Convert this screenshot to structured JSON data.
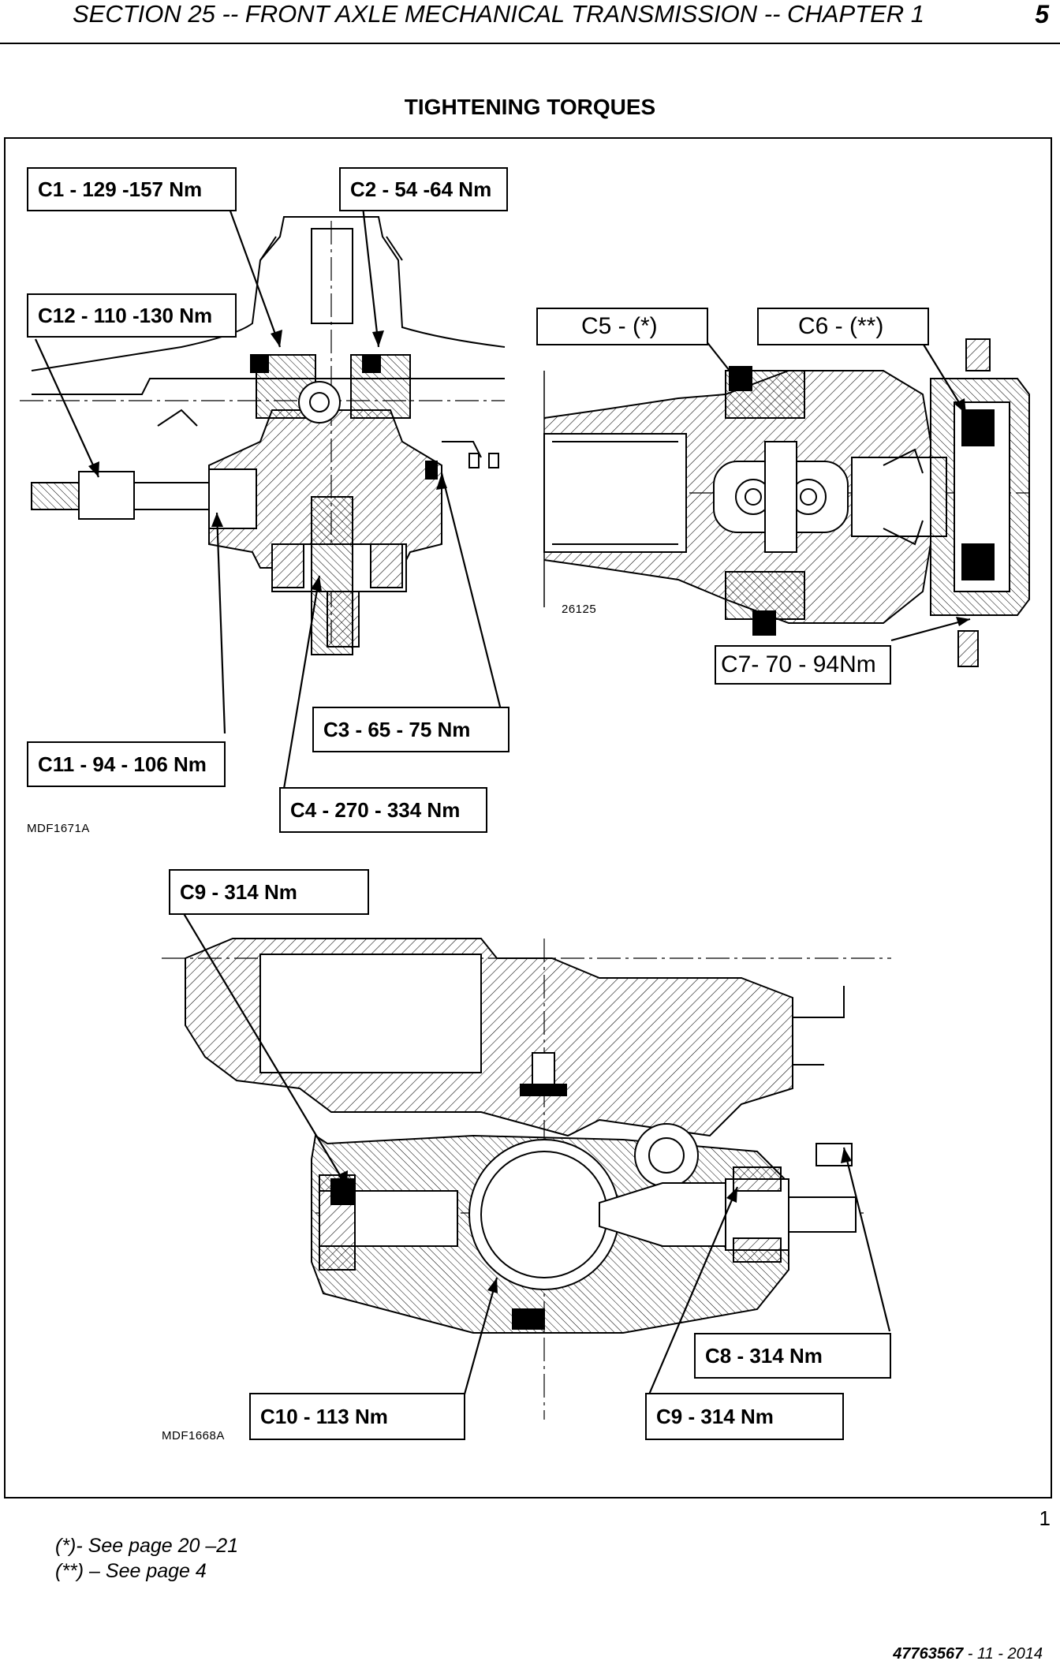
{
  "header": {
    "title": "SECTION 25 -- FRONT AXLE MECHANICAL TRANSMISSION -- CHAPTER 1",
    "page": "5"
  },
  "title": "TIGHTENING TORQUES",
  "callouts": {
    "c1": "C1 -  129 -157 Nm",
    "c2": "C2 -  54 -64 Nm",
    "c12": "C12 -  110 -130 Nm",
    "c5": "C5 - (*)",
    "c6": "C6 - (**)",
    "c7": "C7- 70 - 94Nm",
    "c3": "C3 -  65 - 75 Nm",
    "c11": "C11 - 94 - 106 Nm",
    "c4": "C4 -  270 - 334 Nm",
    "c9_top": "C9 -     314 Nm",
    "c8": "C8 -   314 Nm",
    "c10": "C10 -     113 Nm",
    "c9_bottom": "C9 -    314 Nm"
  },
  "figure_codes": {
    "top_left": "MDF1671A",
    "top_right": "26125",
    "bottom": "MDF1668A"
  },
  "figure_number": "1",
  "footnotes": [
    "(*)- See page 20 –21",
    "(**) – See page 4"
  ],
  "footer": {
    "doc_number": "47763567",
    "rest": " - 11 - 2014"
  }
}
